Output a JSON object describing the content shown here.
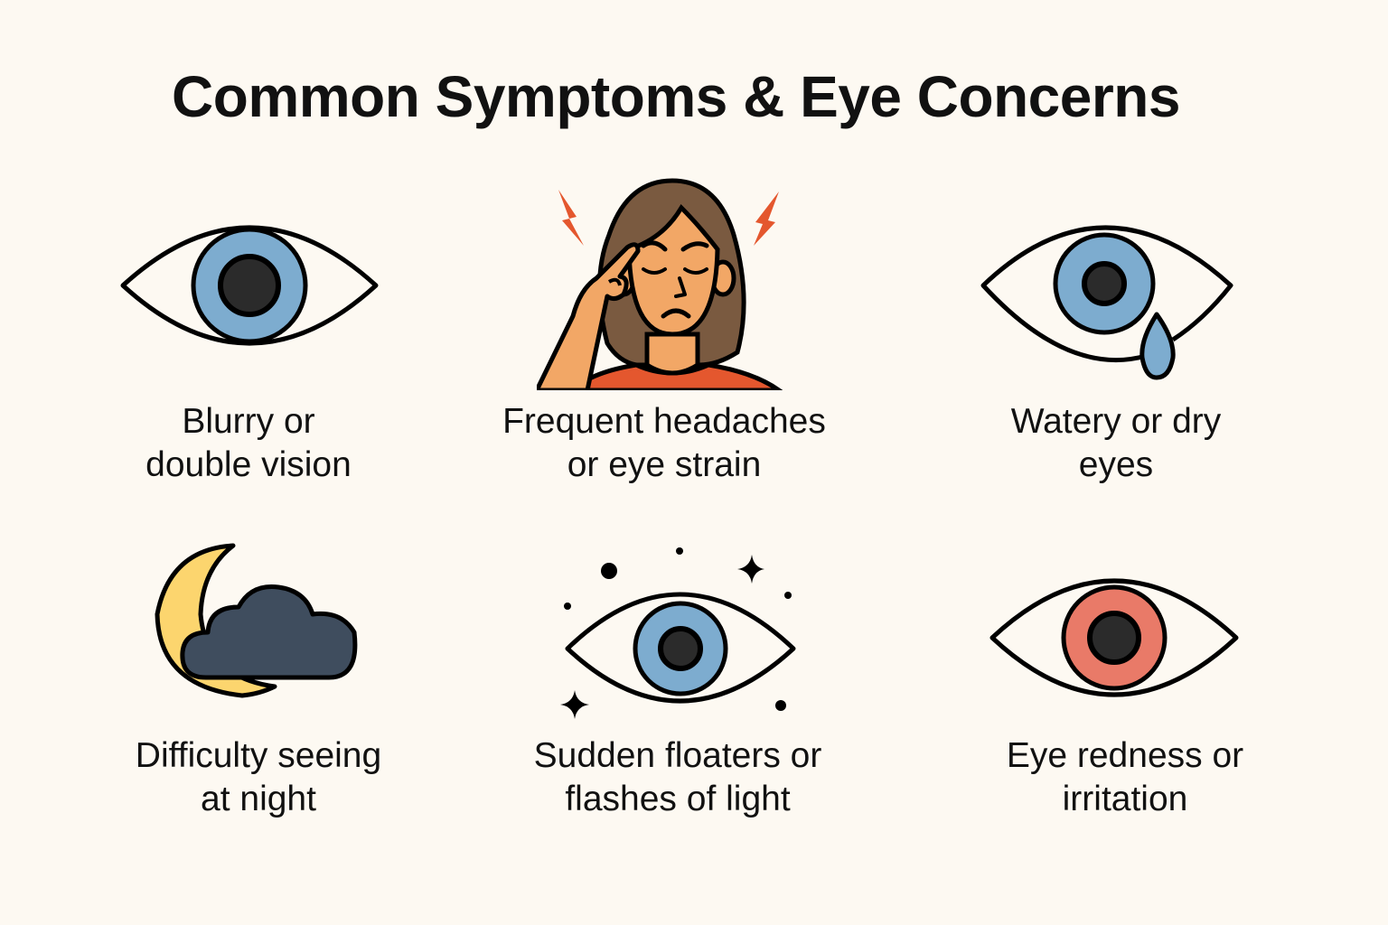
{
  "title": "Common Symptoms & Eye Concerns",
  "colors": {
    "background": "#fdf9f2",
    "outline": "#000000",
    "iris_blue": "#7daccf",
    "iris_red": "#e97a68",
    "pupil": "#2b2b2b",
    "skin": "#f2a766",
    "hair": "#7a5a40",
    "shirt": "#e4572e",
    "pain_bolt": "#e4572e",
    "moon": "#fcd56e",
    "cloud": "#3f4d5e"
  },
  "symptoms": [
    {
      "icon": "eye-icon",
      "line1": "Blurry or",
      "line2": "double vision"
    },
    {
      "icon": "headache-person-icon",
      "line1": "Frequent headaches",
      "line2": "or eye strain"
    },
    {
      "icon": "teary-eye-icon",
      "line1": "Watery or dry",
      "line2": "eyes"
    },
    {
      "icon": "moon-cloud-icon",
      "line1": "Difficulty seeing",
      "line2": "at night"
    },
    {
      "icon": "eye-sparkles-icon",
      "line1": "Sudden floaters or",
      "line2": "flashes of light"
    },
    {
      "icon": "red-eye-icon",
      "line1": "Eye redness or",
      "line2": "irritation"
    }
  ]
}
